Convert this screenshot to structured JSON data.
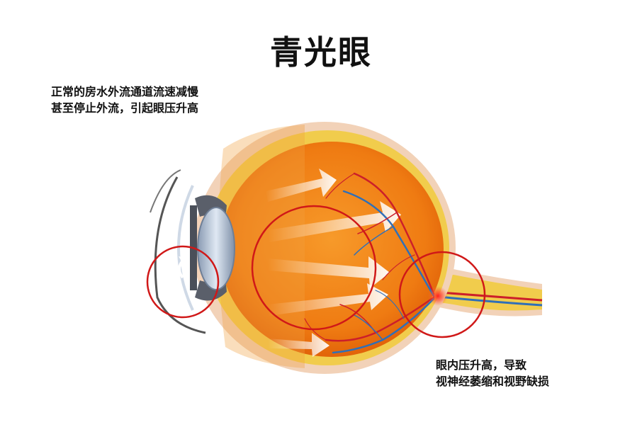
{
  "title": "青光眼",
  "annotations": {
    "left": {
      "line1": "正常的房水外流通道流速减慢",
      "line2": "甚至停止外流，引起眼压升高"
    },
    "right": {
      "line1": "眼内压升高，导致",
      "line2": "视神经萎缩和视野缺损"
    }
  },
  "colors": {
    "highlight_circle": "#d01818",
    "vitreous_orange": "#f07a10",
    "sclera_yellow": "#f1cc4c",
    "outer_layer": "#f2d2b8",
    "artery_red": "#cc1f2a",
    "vein_blue": "#2f6fb8"
  }
}
